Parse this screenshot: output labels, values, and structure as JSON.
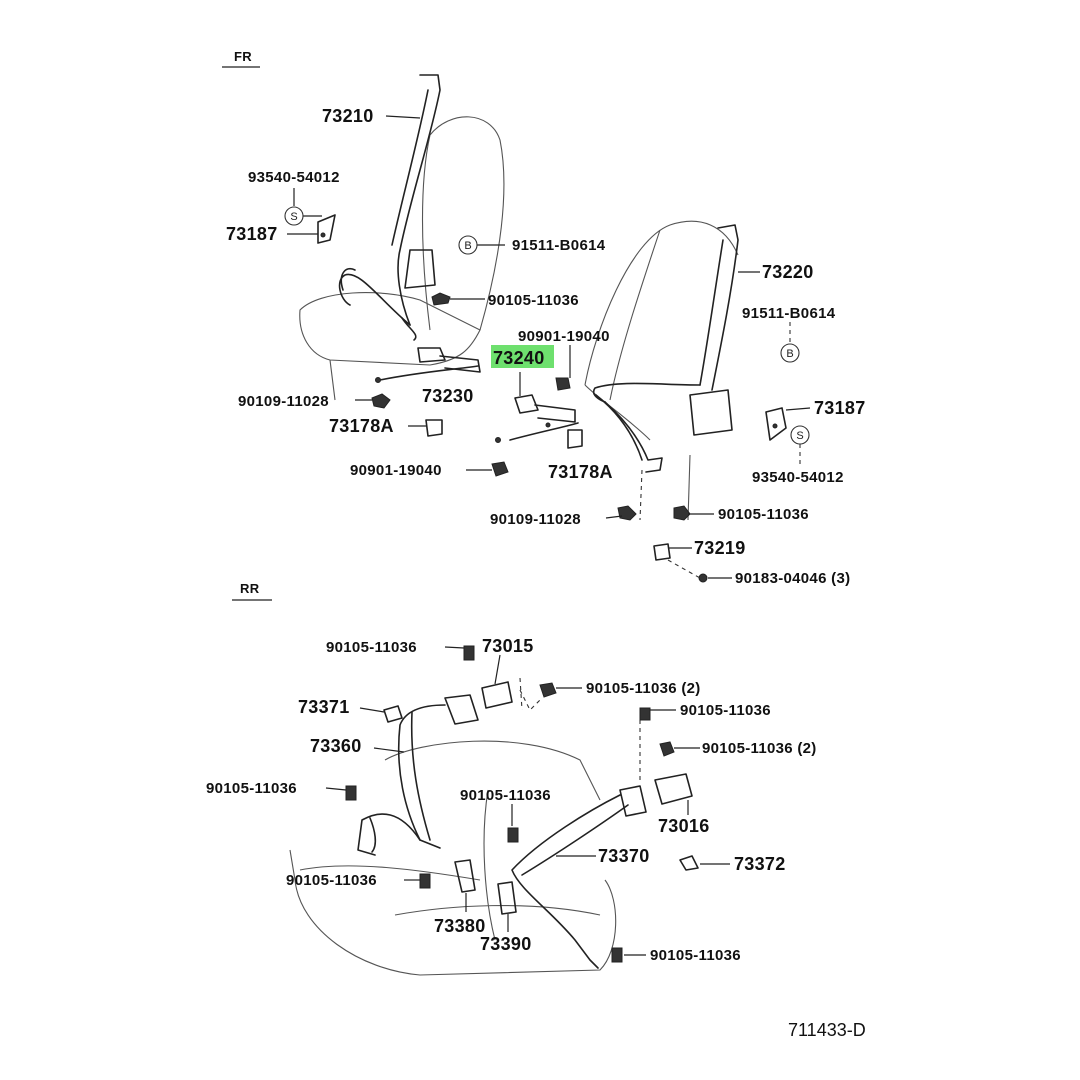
{
  "sections": {
    "front": "FR",
    "rear": "RR"
  },
  "diagram_code": "711433-D",
  "markers": {
    "s": "S",
    "b": "B"
  },
  "front_labels": {
    "p73210": "73210",
    "p93540_l": "93540-54012",
    "p73187_l": "73187",
    "p91511_l": "91511-B0614",
    "p90105_a": "90105-11036",
    "p90901_a": "90901-19040",
    "p73240": "73240",
    "p90109_l": "90109-11028",
    "p73230": "73230",
    "p73178_l": "73178A",
    "p90901_b": "90901-19040",
    "p73178_r": "73178A",
    "p90109_r": "90109-11028",
    "p73220": "73220",
    "p91511_r": "91511-B0614",
    "p73187_r": "73187",
    "p93540_r": "93540-54012",
    "p90105_b": "90105-11036",
    "p73219": "73219",
    "p90183": "90183-04046 (3)"
  },
  "rear_labels": {
    "p90105_c": "90105-11036",
    "p73015": "73015",
    "p90105_d": "90105-11036 (2)",
    "p73371": "73371",
    "p90105_e": "90105-11036",
    "p73360": "73360",
    "p90105_f": "90105-11036 (2)",
    "p90105_g": "90105-11036",
    "p90105_h": "90105-11036",
    "p73016": "73016",
    "p73370": "73370",
    "p73372": "73372",
    "p90105_i": "90105-11036",
    "p73380": "73380",
    "p73390": "73390",
    "p90105_j": "90105-11036"
  },
  "highlight": {
    "part": "73240",
    "color": "#6ee06e"
  }
}
